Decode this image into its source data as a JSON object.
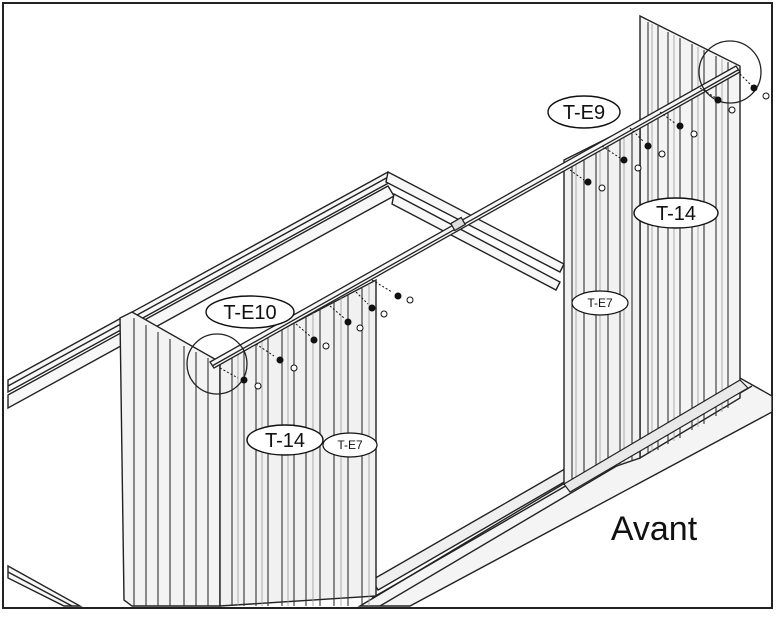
{
  "labels": {
    "te9": "T-E9",
    "t14_right": "T-14",
    "te7_right": "T-E7",
    "te10": "T-E10",
    "t14_left": "T-14",
    "te7_left": "T-E7",
    "front": "Avant"
  },
  "colors": {
    "ink": "#111111",
    "panel_fill": "#f4f4f4",
    "panel_shadow": "#d6d6d6"
  }
}
